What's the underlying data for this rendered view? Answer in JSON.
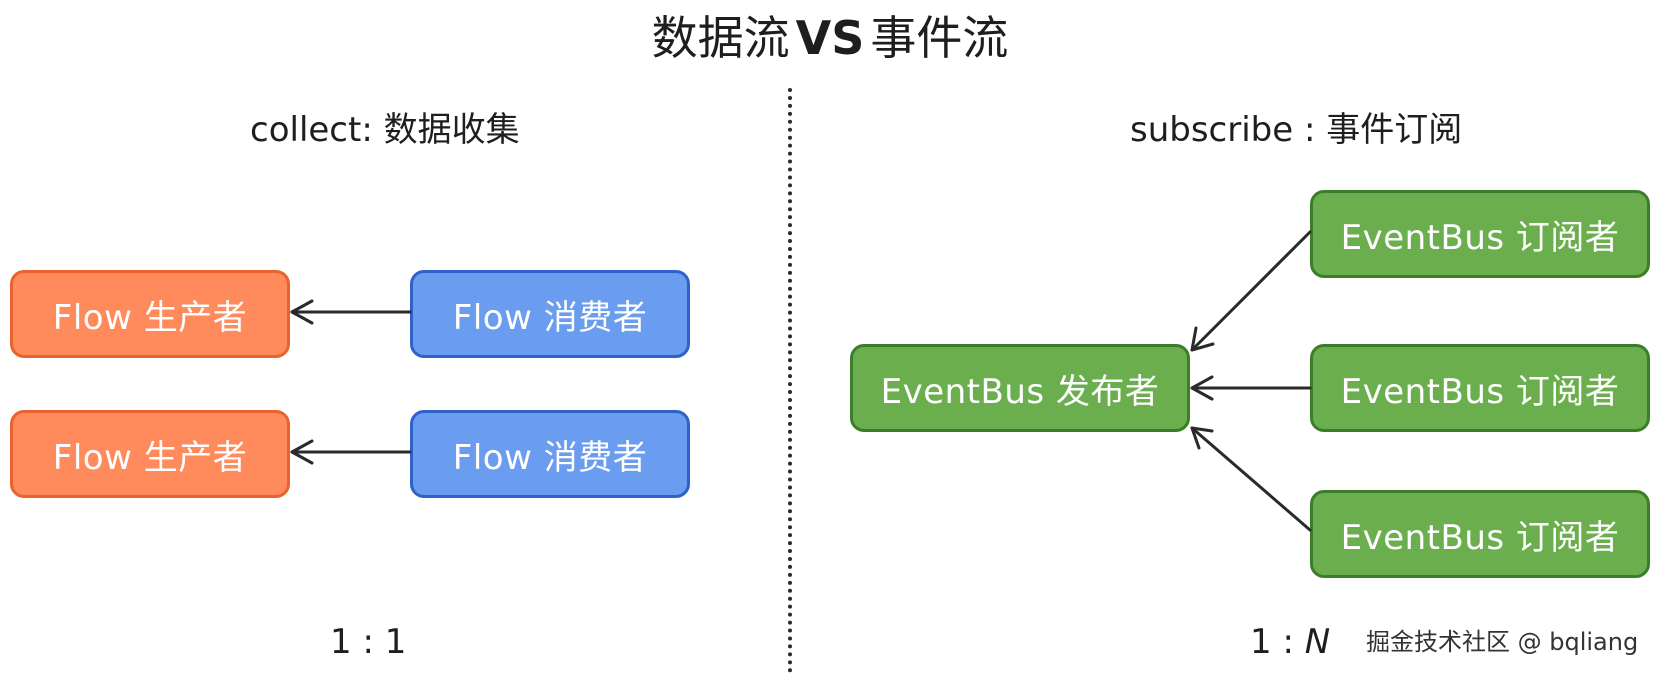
{
  "title": {
    "left": "数据流",
    "vs": "VS",
    "right": "事件流"
  },
  "left_panel": {
    "subtitle": "collect: 数据收集",
    "producer_label": "Flow 生产者",
    "consumer_label": "Flow 消费者",
    "ratio": "1 : 1"
  },
  "right_panel": {
    "subtitle": "subscribe : 事件订阅",
    "publisher_label": "EventBus 发布者",
    "subscriber_label": "EventBus 订阅者",
    "ratio_prefix": "1 : ",
    "ratio_n": "N"
  },
  "watermark": "掘金技术社区 @ bqliang",
  "colors": {
    "producer_fill": "#ff8a5c",
    "producer_stroke": "#e8632e",
    "consumer_fill": "#6a9cef",
    "consumer_stroke": "#2f62c8",
    "bus_fill": "#6aae4d",
    "bus_stroke": "#3c7d2a",
    "arrow": "#2a2a2a"
  }
}
